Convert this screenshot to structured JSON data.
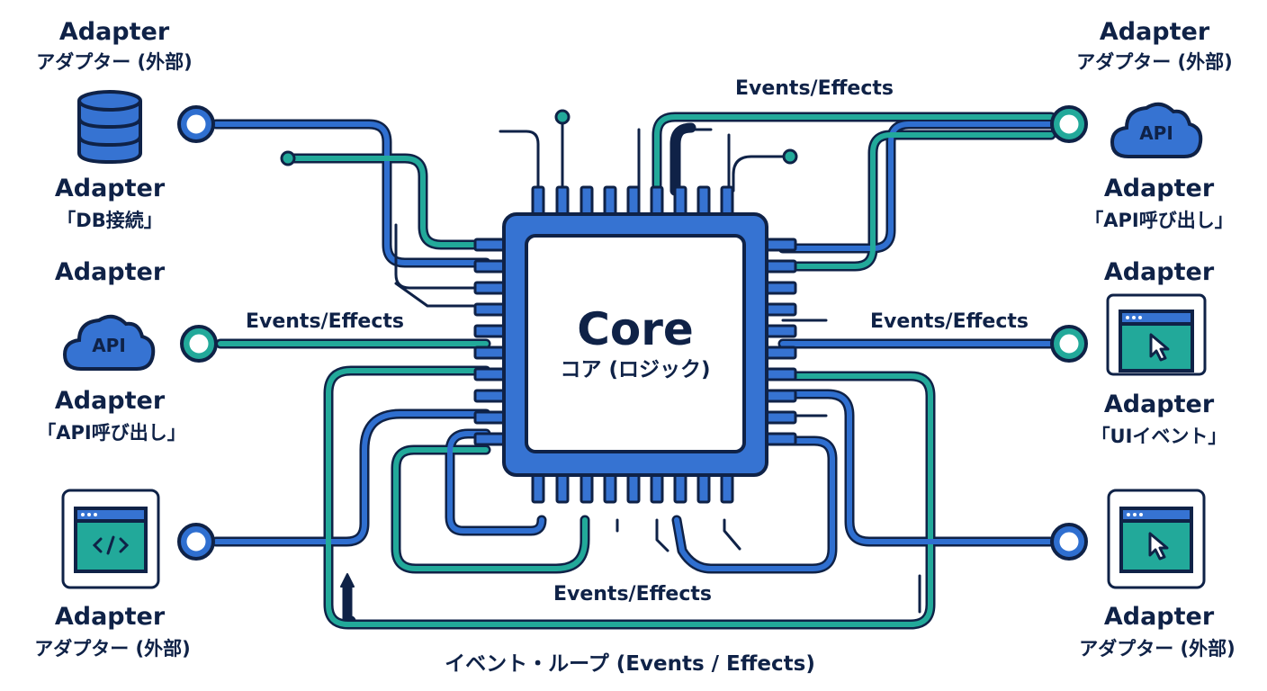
{
  "colors": {
    "blue": "#2f6fd0",
    "teal": "#22a99a",
    "navy": "#0f2247",
    "chip_fill": "#3673d2"
  },
  "core": {
    "title": "Core",
    "subtitle": "コア (ロジック)"
  },
  "left_adapters": [
    {
      "title": "Adapter",
      "subtitle": "アダプター (外部)",
      "icon": "database-icon",
      "caption_title": "Adapter",
      "caption_sub": "「DB接続」"
    },
    {
      "title": "Adapter",
      "icon": "cloud-api-icon",
      "icon_text": "API",
      "caption_title": "Adapter",
      "caption_sub": "「API呼び出し」"
    },
    {
      "icon": "code-window-icon",
      "caption_title": "Adapter",
      "caption_sub": "アダプター (外部)"
    }
  ],
  "right_adapters": [
    {
      "title": "Adapter",
      "subtitle": "アダプター (外部)",
      "icon": "cloud-api-icon",
      "icon_text": "API",
      "caption_title": "Adapter",
      "caption_sub": "「API呼び出し」"
    },
    {
      "title": "Adapter",
      "icon": "cursor-window-icon",
      "caption_title": "Adapter",
      "caption_sub": "「UIイベント」"
    },
    {
      "icon": "cursor-window-icon",
      "caption_title": "Adapter",
      "caption_sub": "アダプター (外部)"
    }
  ],
  "event_labels": {
    "top": "Events/Effects",
    "left": "Events/Effects",
    "right": "Events/Effects",
    "loop": "Events/Effects",
    "bottom": "イベント・ループ (Events / Effects)"
  }
}
